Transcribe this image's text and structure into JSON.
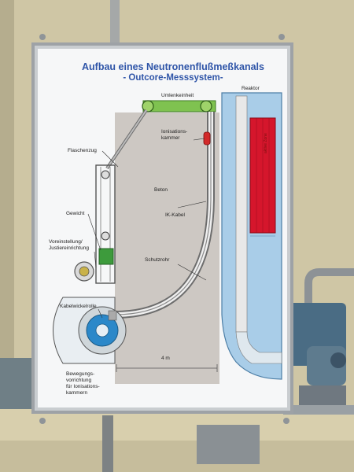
{
  "poster": {
    "title": "Aufbau eines Neutronenflußmeßkanals",
    "subtitle": "- Outcore-Messsystem-",
    "labels": {
      "umlenkeinheit": "Umlenkeinheit",
      "reaktor": "Reaktor",
      "ionisationskammer": "Ionisations-\nkammer",
      "flaschenzug": "Flaschenzug",
      "beton": "Beton",
      "ik_kabel": "IK-Kabel",
      "gewicht": "Gewicht",
      "voreinstellung": "Voreinstellung/\nJustiereinrichtung",
      "schutzrohr": "Schutzrohr",
      "kabelwickelrolle": "Kabelwickelrolle",
      "distance": "4 m",
      "bewegungsvorrichtung": "Bewegungs-\nvorrichtung\nfür Ionisations-\nkammern",
      "core": "aktive Zone"
    }
  },
  "colors": {
    "wall": "#cfc6a5",
    "frame": "#9ea2a6",
    "board": "#f6f7f8",
    "concrete": "#cdc8c3",
    "water": "#a9cde8",
    "core": "#d5162c",
    "accent_green": "#3d9b3c",
    "cable": "#7f7f7f",
    "title_blue": "#2f55a8"
  }
}
